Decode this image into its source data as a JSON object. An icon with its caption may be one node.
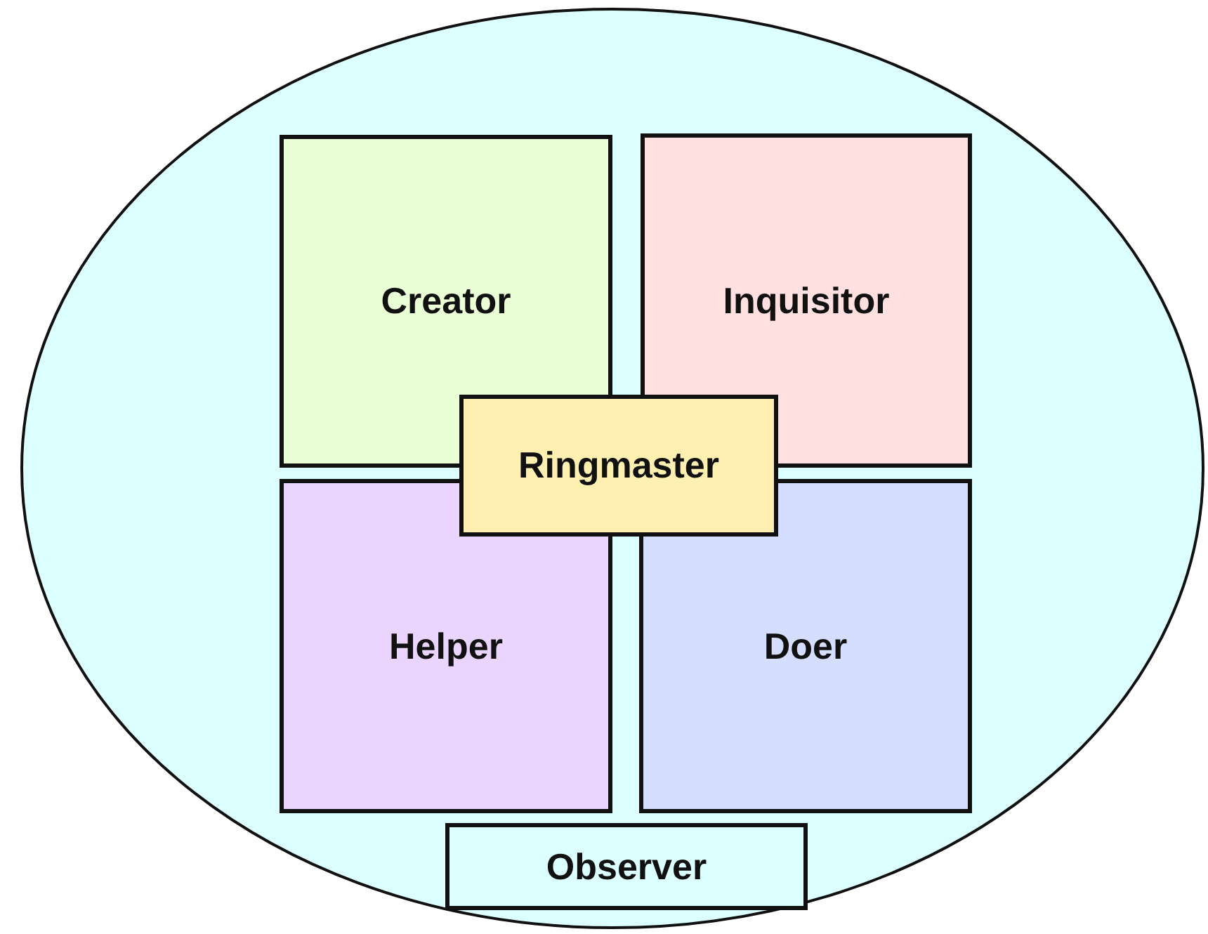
{
  "diagram": {
    "nodes": [
      {
        "text": [],
        "shape": "ellipse"
      },
      {
        "text": [
          "Creator"
        ],
        "in": 0
      },
      {
        "text": [
          "Inquisitor"
        ],
        "in": 0
      },
      {
        "text": [
          "Ringmaster"
        ],
        "in": 0
      },
      {
        "text": [
          "Helper"
        ],
        "in": 0
      },
      {
        "text": [
          "Doer"
        ],
        "in": 0
      },
      {
        "text": [
          "Observer"
        ],
        "in": 0
      }
    ]
  }
}
